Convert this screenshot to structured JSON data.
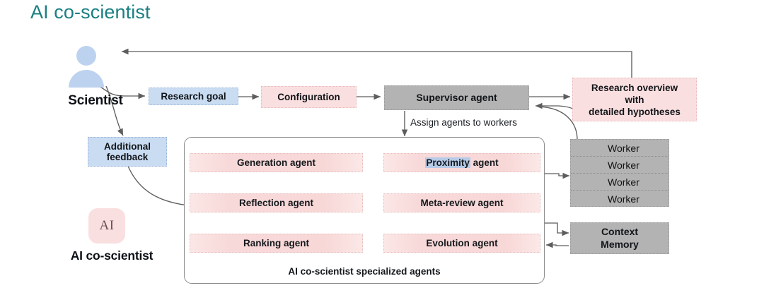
{
  "title": "AI co-scientist",
  "accent_color": "#1a7f82",
  "actors": {
    "scientist_label": "Scientist",
    "scientist_icon": "person-icon",
    "brand_label": "AI co-scientist",
    "brand_logo_text": "AI"
  },
  "inputs": [
    {
      "id": "research-goal",
      "label": "Research goal",
      "color": "#c9dcf2"
    },
    {
      "id": "additional-feedback",
      "label": "Additional\nfeedback",
      "line1": "Additional",
      "line2": "feedback",
      "color": "#c9dcf2"
    }
  ],
  "pipeline": [
    {
      "id": "configuration",
      "label": "Configuration",
      "color": "#fadfe0"
    },
    {
      "id": "supervisor-agent",
      "label": "Supervisor agent",
      "color": "#b3b3b3"
    }
  ],
  "edge_labels": {
    "assign": "Assign agents to workers"
  },
  "outputs": {
    "research_overview": {
      "line1": "Research overview",
      "line2": "with",
      "line3": "detailed hypotheses",
      "color": "#fadfe0"
    }
  },
  "workers": {
    "rows": [
      "Worker",
      "Worker",
      "Worker",
      "Worker"
    ],
    "color": "#b3b3b3"
  },
  "memory": {
    "line1": "Context",
    "line2": "Memory",
    "color": "#b3b3b3"
  },
  "agents_panel": {
    "caption": "AI co-scientist specialized agents",
    "agents": [
      {
        "id": "generation-agent",
        "label": "Generation agent",
        "col": "left",
        "row": 1
      },
      {
        "id": "proximity-agent",
        "label": "Proximity agent",
        "highlighted_text": "Proximity",
        "rest_text": " agent",
        "col": "right",
        "row": 1
      },
      {
        "id": "reflection-agent",
        "label": "Reflection agent",
        "col": "left",
        "row": 2
      },
      {
        "id": "meta-review-agent",
        "label": "Meta-review agent",
        "col": "right",
        "row": 2
      },
      {
        "id": "ranking-agent",
        "label": "Ranking agent",
        "col": "left",
        "row": 3
      },
      {
        "id": "evolution-agent",
        "label": "Evolution agent",
        "col": "right",
        "row": 3
      }
    ]
  }
}
